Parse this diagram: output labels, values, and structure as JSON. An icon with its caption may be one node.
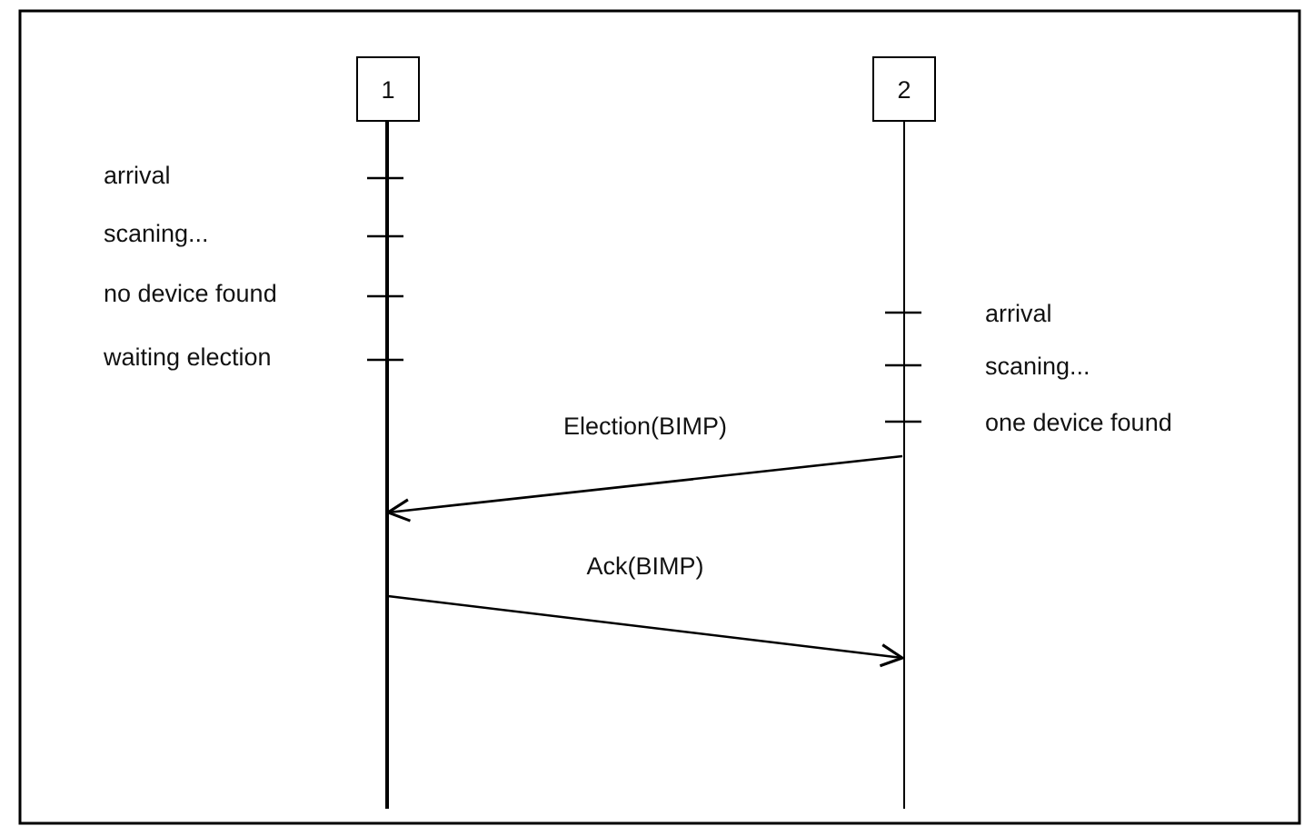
{
  "diagram": {
    "nodes": [
      {
        "text": [
          "1"
        ]
      },
      {
        "text": [
          "2"
        ]
      },
      {
        "text": [],
        "shape": "bar"
      },
      {
        "text": [],
        "shape": "bar"
      }
    ],
    "edges": [
      {
        "from": 3,
        "to": 2,
        "arrow": "to",
        "label": "Election(BIMP)"
      },
      {
        "from": 2,
        "to": 3,
        "arrow": "to",
        "label": "Ack(BIMP)"
      }
    ],
    "labels": [
      "arrival",
      "scaning...",
      "no device found",
      "waiting election",
      "arrival",
      "scaning...",
      "one device found"
    ]
  }
}
